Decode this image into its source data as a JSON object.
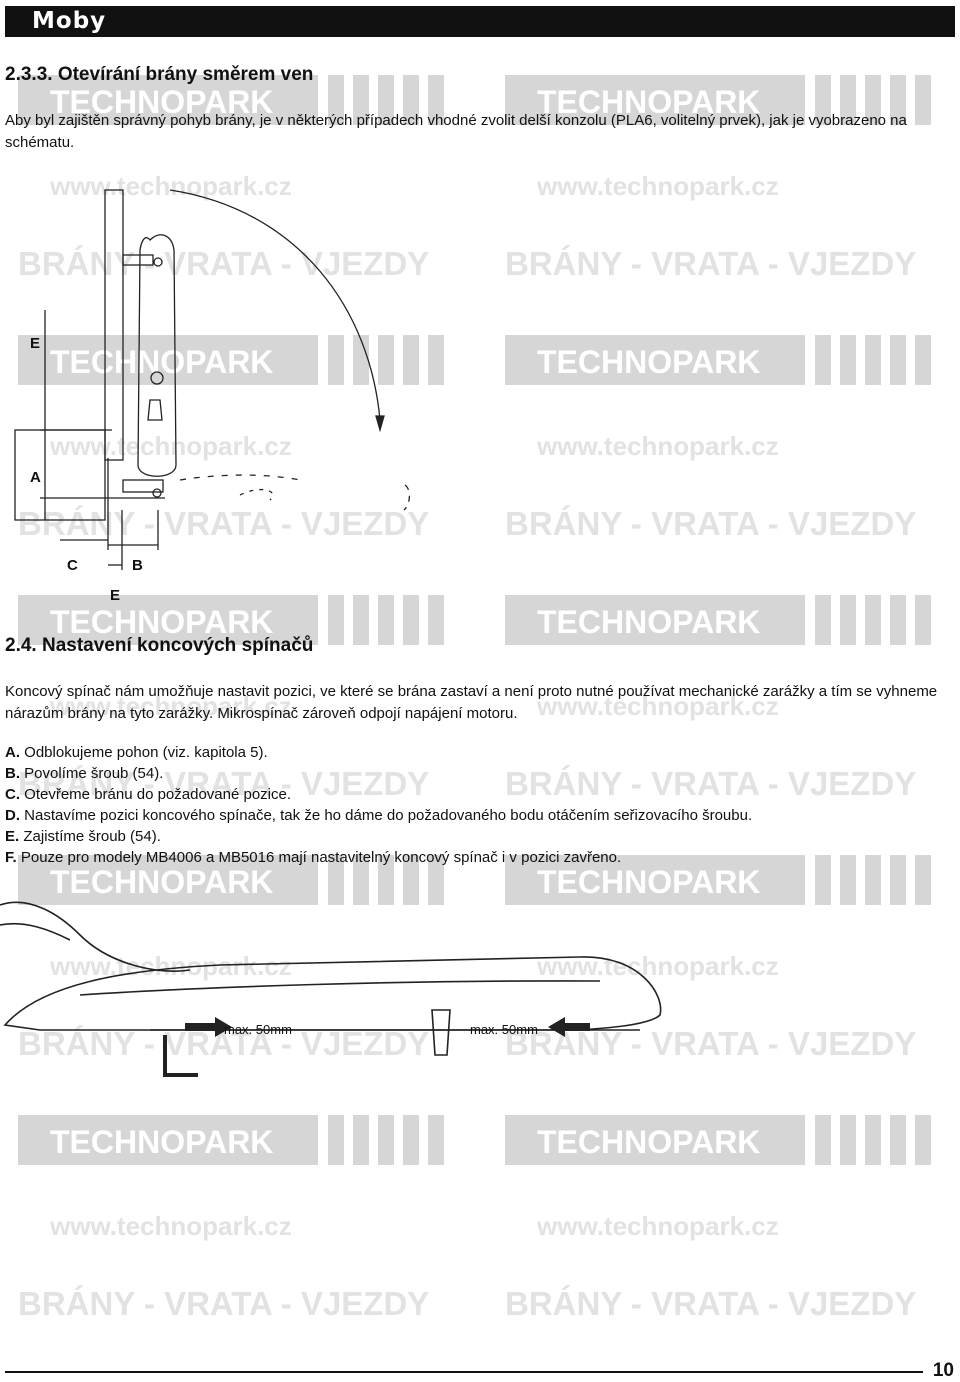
{
  "header": {
    "title": "Moby"
  },
  "watermark": {
    "brand": "TECHNOPARK",
    "url": "www.technopark.cz",
    "slogan": "BRÁNY - VRATA - VJEZDY"
  },
  "section1": {
    "heading_num": "2.3.3.",
    "heading_text": "Otevírání brány směrem ven",
    "paragraph": "Aby byl zajištěn správný pohyb brány, je v některých případech vhodné zvolit delší konzolu (PLA6, volitelný prvek), jak je vyobrazeno na schématu."
  },
  "diagram1": {
    "label_e_top": "E",
    "label_a": "A",
    "label_c": "C",
    "label_b": "B",
    "label_e_bottom": "E"
  },
  "section2": {
    "heading_num": "2.4.",
    "heading_text": "Nastavení koncových spínačů",
    "paragraph": "Koncový spínač nám umožňuje nastavit pozici, ve které se brána zastaví a není proto nutné používat mechanické zarážky a tím se vyhneme nárazům brány na tyto zarážky. Mikrospínač zároveň odpojí napájení motoru.",
    "steps": [
      {
        "letter": "A.",
        "text": "Odblokujeme pohon (viz. kapitola 5)."
      },
      {
        "letter": "B.",
        "text": "Povolíme šroub (54)."
      },
      {
        "letter": "C.",
        "text": "Otevřeme bránu do požadované pozice."
      },
      {
        "letter": "D.",
        "text": "Nastavíme pozici koncového spínače, tak že ho dáme do požadovaného bodu otáčením seřizovacího šroubu."
      },
      {
        "letter": "E.",
        "text": "Zajistíme šroub (54)."
      },
      {
        "letter": "F.",
        "text": "Pouze pro modely MB4006 a MB5016 mají nastavitelný koncový spínač i v pozici zavřeno."
      }
    ]
  },
  "diagram2": {
    "label_left": "max. 50mm",
    "label_right": "max. 50mm"
  },
  "footer": {
    "page_number": "10"
  }
}
